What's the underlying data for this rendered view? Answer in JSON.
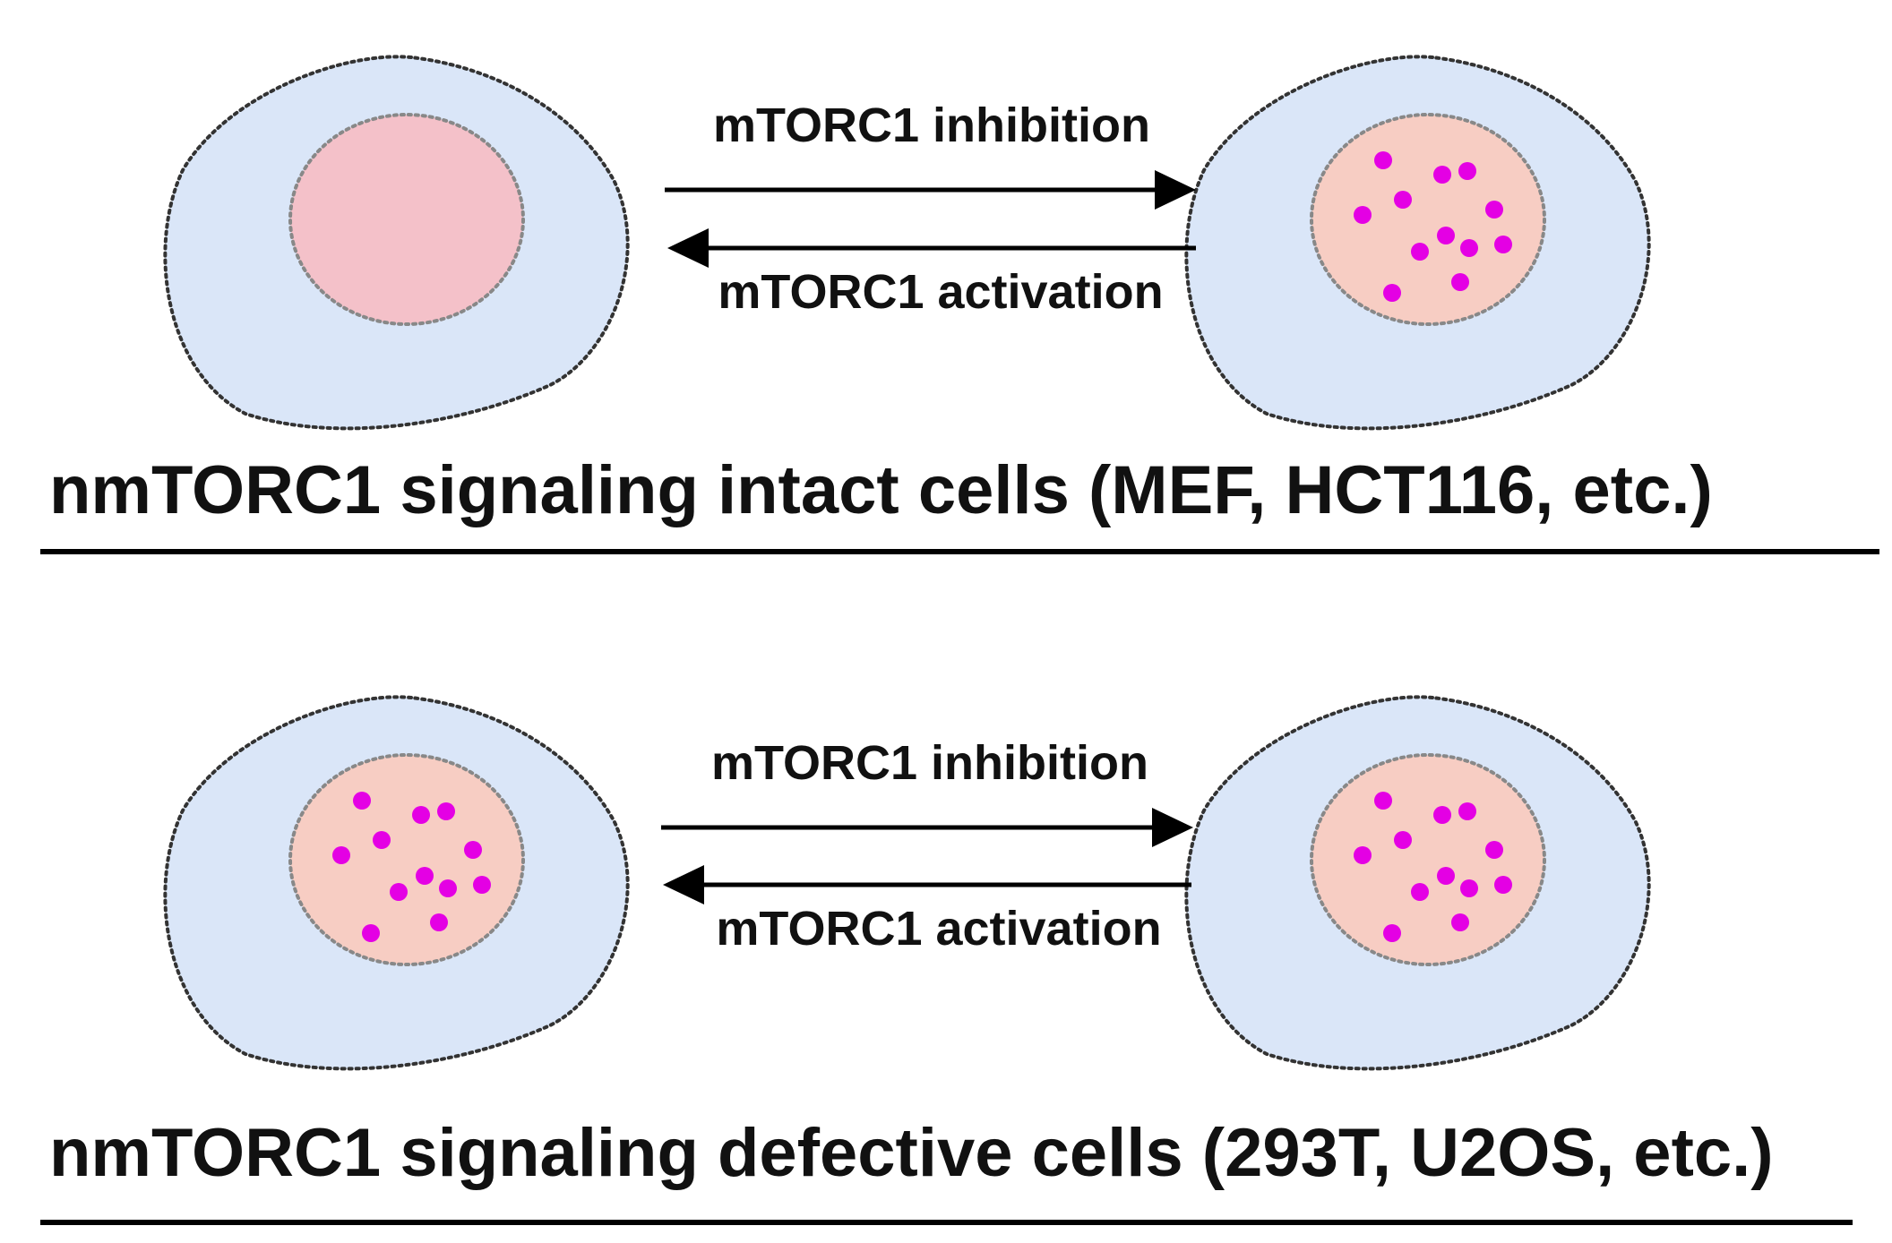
{
  "colors": {
    "cytoplasm": "#dae6f8",
    "nucleus_empty": "#f4c1c9",
    "nucleus_dotted": "#f7cdc3",
    "dot": "#e400e4",
    "outline": "#333333",
    "nucleus_outline": "#888888",
    "line": "#000000"
  },
  "panels": [
    {
      "inhibition_label": "mTORC1 inhibition",
      "activation_label": "mTORC1 activation",
      "caption": "nmTORC1 signaling intact  cells (MEF, HCT116, etc.)",
      "left_cell": {
        "nuclear_dots": 0
      },
      "right_cell": {
        "nuclear_dots": 12
      }
    },
    {
      "inhibition_label": "mTORC1 inhibition",
      "activation_label": "mTORC1 activation",
      "caption": "nmTORC1 signaling defective cells (293T, U2OS, etc.)",
      "left_cell": {
        "nuclear_dots": 12
      },
      "right_cell": {
        "nuclear_dots": 12
      }
    }
  ]
}
